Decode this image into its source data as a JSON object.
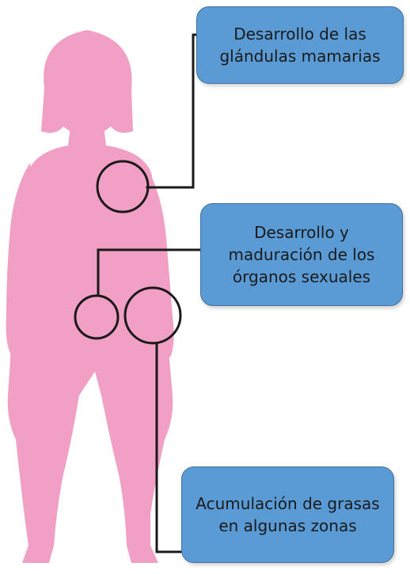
{
  "colors": {
    "silhouette": "#f29fc5",
    "box_fill": "#5b9bd5",
    "box_border": "#41719c",
    "connector": "#1a1a1a"
  },
  "labels": {
    "breast_development": "Desarrollo de las glándulas mamarias",
    "sexual_organs": "Desarrollo y maduración de los órganos sexuales",
    "fat_accumulation": "Acumulación de grasas en algunas zonas"
  }
}
